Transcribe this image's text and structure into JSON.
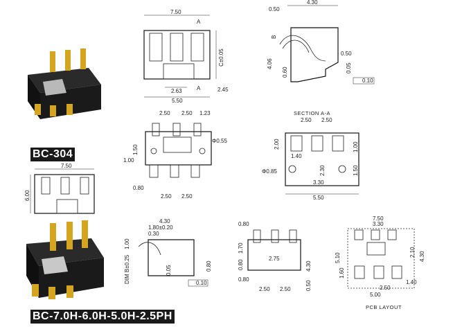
{
  "labels": {
    "model_a": "BC-304",
    "model_b": "BC-7.0H-6.0H-5.0H-2.5PH"
  },
  "view_top_front": {
    "w": "7.50",
    "c": "C±0.05",
    "a1": "A",
    "a2": "A",
    "d1": "2.63",
    "d2": "5.50",
    "d3": "2.45"
  },
  "view_side_a": {
    "top": "4.30",
    "t1": "0.50",
    "b": "B",
    "h": "4.06",
    "h2": "0.60",
    "r1": "0.50",
    "r2": "0.05",
    "tol": "0.10"
  },
  "view_front_b": {
    "p1": "2.50",
    "p2": "2.50",
    "p3": "1.23",
    "h": "1.50",
    "hole": "Φ0.55",
    "l": "1.00",
    "b1": "0.80",
    "b2": "2.50",
    "b3": "2.50"
  },
  "section_aa": {
    "title": "SECTION A-A",
    "p1": "2.50",
    "p2": "2.50",
    "h1": "2.00",
    "h2": "1.00",
    "a": "1.40",
    "b": "2.30",
    "c": "1.50",
    "hole": "Φ0.85",
    "d": "3.30",
    "w": "5.50"
  },
  "view_small_top": {
    "w": "7.50",
    "h": "6.00"
  },
  "view_side_b": {
    "top": "4.30",
    "a": "1.80±0.20",
    "b": "0.30",
    "c": "1.00",
    "dim": "DIM B±0.25",
    "d": "0.05",
    "e": "0.80",
    "tol": "0.10"
  },
  "view_front_c": {
    "a": "0.80",
    "b": "1.70",
    "c": "0.80",
    "d": "2.75",
    "e": "4.30",
    "f": "0.80",
    "g": "2.50",
    "h": "2.50",
    "i": "0.50"
  },
  "pcb_layout": {
    "title": "PCB LAYOUT",
    "w": "7.50",
    "p": "3.30",
    "h1": "2.10",
    "h2": "4.30",
    "h3": "5.10",
    "h4": "1.60",
    "d1": "2.50",
    "d2": "5.00",
    "d3": "1.40"
  }
}
